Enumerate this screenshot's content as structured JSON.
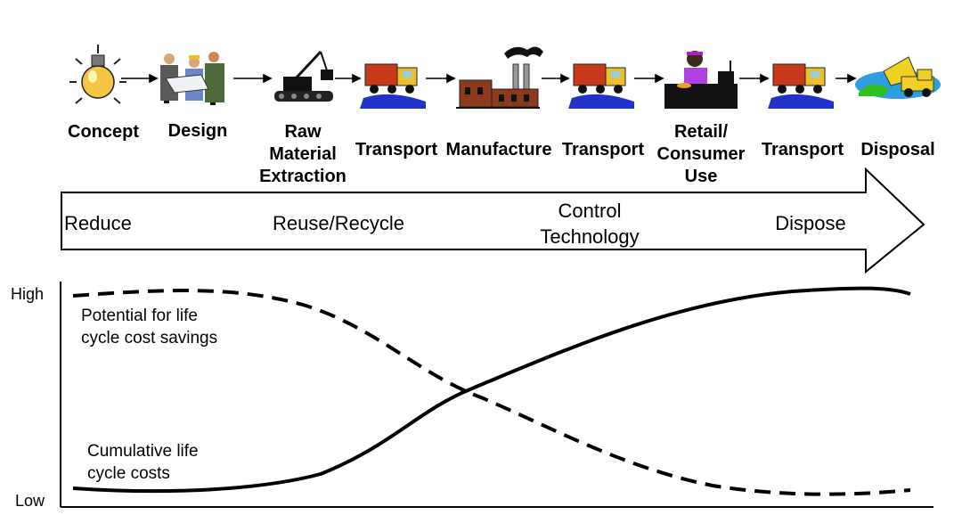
{
  "stages": [
    {
      "label": "Concept",
      "icon": "lightbulb-icon"
    },
    {
      "label": "Design",
      "icon": "designers-icon"
    },
    {
      "label": "Raw\nMaterial\nExtraction",
      "icon": "excavator-icon"
    },
    {
      "label": "Transport",
      "icon": "truck-icon"
    },
    {
      "label": "Manufacture",
      "icon": "factory-icon"
    },
    {
      "label": "Transport",
      "icon": "truck-icon"
    },
    {
      "label": "Retail/\nConsumer\nUse",
      "icon": "retail-clerk-icon"
    },
    {
      "label": "Transport",
      "icon": "truck-icon"
    },
    {
      "label": "Disposal",
      "icon": "dump-truck-icon"
    }
  ],
  "strategy_arrow": {
    "labels": [
      "Reduce",
      "Reuse/Recycle",
      "Control\nTechnology",
      "Dispose"
    ]
  },
  "graph": {
    "y_high_label": "High",
    "y_low_label": "Low",
    "potential_label": "Potential for life\ncycle cost savings",
    "cumulative_label": "Cumulative life\ncycle costs",
    "colors": {
      "line": "#000000"
    }
  }
}
